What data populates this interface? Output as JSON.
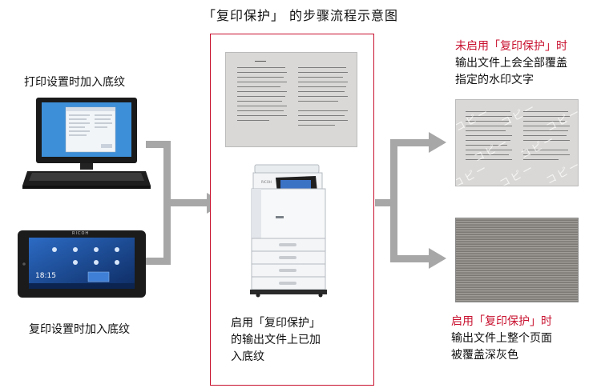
{
  "title": "「复印保护」 的步骤流程示意图",
  "left": {
    "print_label": "打印设置时加入底纹",
    "copy_label": "复印设置时加入底纹",
    "tablet": {
      "brand": "RICOH",
      "time": "18:15"
    }
  },
  "center": {
    "caption": [
      "启用「复印保护」",
      "的输出文件上已加",
      "入底纹"
    ],
    "printer_brand": "RICOH"
  },
  "right": {
    "top_heading": "未启用「复印保护」时",
    "top_lines": [
      "输出文件上会全部覆盖",
      "指定的水印文字"
    ],
    "bottom_heading": "启用「复印保护」时",
    "bottom_lines": [
      "输出文件上整个页面",
      "被覆盖深灰色"
    ],
    "watermark_text": "コピー"
  },
  "colors": {
    "accent_red": "#c8102e",
    "arrow_gray": "#a7a7a7"
  }
}
